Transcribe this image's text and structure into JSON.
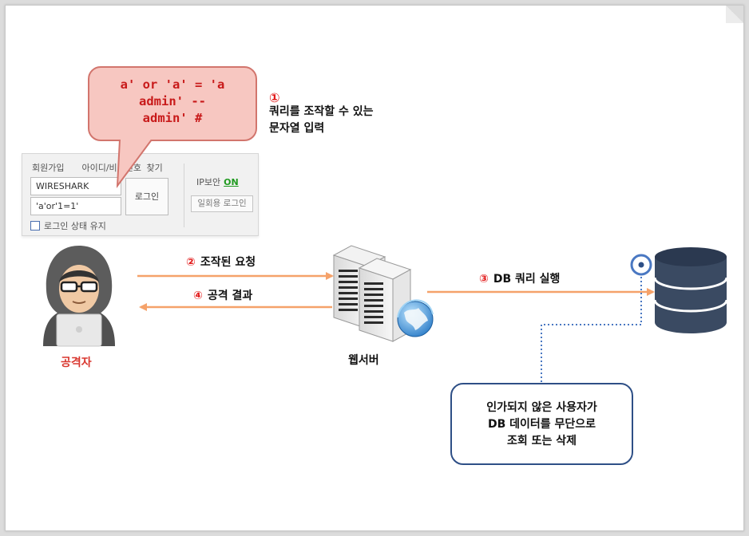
{
  "bubble": {
    "lines": [
      "a' or 'a' = 'a",
      "admin' --",
      "admin' #"
    ]
  },
  "step1": {
    "number": "①",
    "lines": [
      "쿼리를 조작할 수 있는",
      "문자열 입력"
    ]
  },
  "login_panel": {
    "link_signup": "회원가입",
    "link_find": "아이디/비밀번호 찾기",
    "id_value": "WIRESHARK",
    "pw_value": "'a'or'1=1'",
    "login_button": "로그인",
    "ip_security_label": "IP보안",
    "ip_security_state": "ON",
    "one_time_login_button": "일회용 로그인",
    "keep_login_label": "로그인 상태 유지"
  },
  "flows": {
    "step2": {
      "number": "②",
      "label": "조작된 요청"
    },
    "step4": {
      "number": "④",
      "label": "공격 결과"
    },
    "step3": {
      "number": "③",
      "label": "DB 쿼리 실행"
    }
  },
  "nodes": {
    "attacker": "공격자",
    "webserver": "웹서버"
  },
  "info_box": {
    "lines": [
      "인가되지 않은 사용자가",
      "DB 데이터를 무단으로",
      "조회 또는 삭제"
    ]
  },
  "colors": {
    "arrow": "#f5a26a",
    "accent_red": "#e21b1b",
    "dotted_line": "#4a78c2",
    "database": "#3a4a62"
  }
}
